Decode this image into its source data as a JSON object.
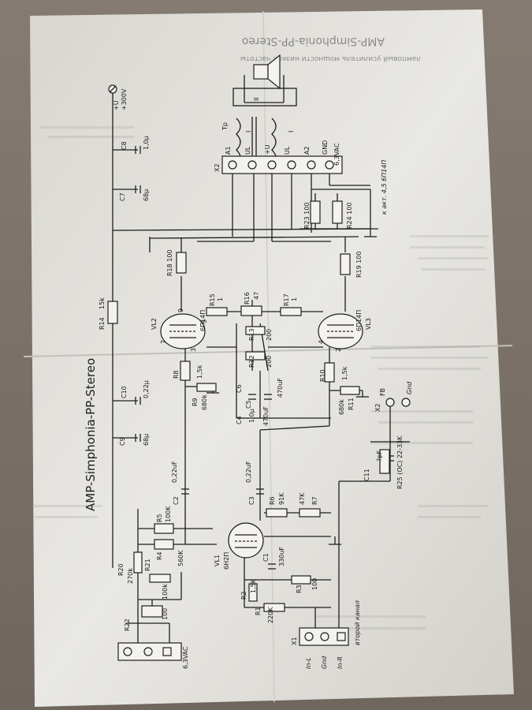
{
  "sheet": {
    "title": "AMP-Simphonia-PP-Stereo",
    "bleed_title": "AMP-Simphonia-PP-Stereo",
    "bleed_subtitle": "ламповый усилитель мощности низкой частоты"
  },
  "supply": {
    "node": "+U",
    "voltage": "+300V",
    "c8_name": "C8",
    "c8_val": "1,0µ",
    "c7_name": "C7",
    "c7_val": "68µ",
    "r14_name": "R14",
    "r14_val": "15k",
    "c10_name": "C10",
    "c10_val": "0,22µ",
    "c9_name": "C9",
    "c9_val": "68µ"
  },
  "transformer": {
    "name": "Tp",
    "winding1": "I",
    "winding2": "II",
    "winding3": "I"
  },
  "connector_x2": {
    "name": "X2",
    "pins": [
      "A1",
      "UL",
      "+U",
      "UL",
      "A2",
      "GND",
      "6,3VAC"
    ],
    "note": "к акт. 4,5 6П14П",
    "fb": "FB",
    "gnd": "Gnd",
    "x2b": "X2"
  },
  "loads": {
    "r23": "R23 100",
    "r24": "R24 100"
  },
  "output_stage": {
    "r18": "R18 100",
    "r19": "R19 100",
    "vl2": "VL2",
    "vl2_type": "6П14П",
    "vl3": "VL3",
    "vl3_type": "6П14П",
    "r15": "R15",
    "r15_val": "1",
    "r16": "R16",
    "r16_val": "47",
    "r17": "R17",
    "r17_val": "1",
    "r13": "R13",
    "r13_val": "200",
    "r12": "R12",
    "r12_val": "200",
    "c6": "C6",
    "c5": "C5",
    "c4": "C4",
    "c4_val": "1,0µ",
    "c5_val": "470uF",
    "c6_val": "470uF",
    "r8": "R8",
    "r8_val": "1,5k",
    "r9": "R9",
    "r9_val": "680k",
    "r10": "R10",
    "r10_val": "1,5k",
    "r11": "R11",
    "r11_val": "680k",
    "pin9": "9",
    "pin7": "7",
    "pin3": "3",
    "pin5": "5",
    "pin2": "2",
    "pin4": "4"
  },
  "coupling": {
    "c2": "C2",
    "c2_val": "0,22uF",
    "c3": "C3",
    "c3_val": "0,22uF",
    "c11": "C11",
    "c11_val": "?pF",
    "r25": "R25 (OC) 22-33K"
  },
  "input_stage": {
    "r5": "R5",
    "r5_val": "100K",
    "r4": "R4",
    "r4_val": "560K",
    "r6": "R6",
    "r6_val": "91K",
    "r7": "R7",
    "r7_val": "47K",
    "vl1": "VL1",
    "vl1_type": "6Н2П",
    "c1": "C1",
    "c1_val": "330uF",
    "r3": "R3",
    "r3_val": "100",
    "r2": "R2",
    "r2_val": "1,5K",
    "r1": "R1",
    "r1_val": "220K",
    "r20": "R20",
    "r20_val": "270k",
    "r21": "R21",
    "r21_val": "100k",
    "r22": "R22",
    "r22_val": "100"
  },
  "connector_x1": {
    "name": "X1",
    "pins": [
      "In-L",
      "Gnd",
      "In-R"
    ],
    "note": "второй канал",
    "heater": "6,3VAC"
  }
}
